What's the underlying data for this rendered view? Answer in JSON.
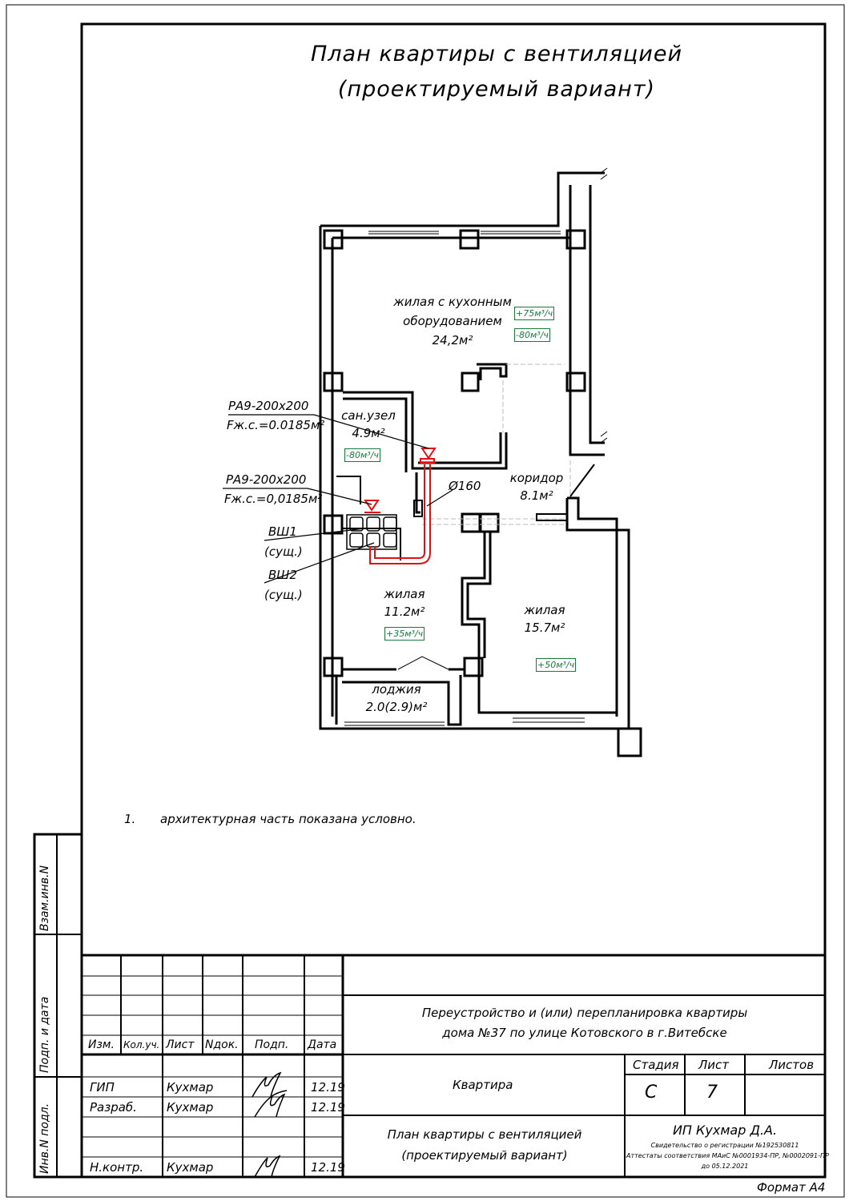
{
  "title": {
    "line1": "План квартиры с вентиляцией",
    "line2": "(проектируемый вариант)"
  },
  "rooms": {
    "living_kitchen": {
      "name1": "жилая с кухонным",
      "name2": "оборудованием",
      "area": "24,2м²"
    },
    "bathroom": {
      "name": "сан.узел",
      "area": "4.9м²"
    },
    "corridor": {
      "name": "коридор",
      "area": "8.1м²"
    },
    "living_small": {
      "name": "жилая",
      "area": "11.2м²"
    },
    "living_large": {
      "name": "жилая",
      "area": "15.7м²"
    },
    "loggia": {
      "name": "лоджия",
      "area": "2.0(2.9)м²"
    }
  },
  "airflows": {
    "kitchen_in": "+75м³/ч",
    "kitchen_out": "-80м³/ч",
    "bath_out": "-80м³/ч",
    "small_in": "+35м³/ч",
    "large_in": "+50м³/ч"
  },
  "callouts": {
    "grille1_type": "РА9-200х200",
    "grille1_area": "Fж.с.=0.0185м²",
    "grille2_type": "РА9-200х200",
    "grille2_area": "Fж.с.=0,0185м²",
    "shaft1_name": "ВШ1",
    "shaft1_note": "(сущ.)",
    "shaft2_name": "ВШ2",
    "shaft2_note": "(сущ.)",
    "duct": "Ø160"
  },
  "notes": {
    "num": "1.",
    "text": "архитектурная часть показана условно."
  },
  "side_labels": {
    "inv_vzam": "Взам.инв.N",
    "podp_data": "Подп. и дата",
    "inv_podl": "Инв.N подл."
  },
  "stamp": {
    "col_izm": "Изм.",
    "col_koluch": "Кол.уч.",
    "col_list": "Лист",
    "col_ndok": "Nдок.",
    "col_podp": "Подп.",
    "col_data": "Дата",
    "project1": "Переустройство и (или) перепланировка квартиры",
    "project2": "дома №37 по улице Котовского в г.Витебске",
    "object": "Квартира",
    "stage_h": "Стадия",
    "sheet_h": "Лист",
    "sheets_h": "Листов",
    "stage": "С",
    "sheet": "7",
    "sheets": "",
    "role_gip": "ГИП",
    "role_razrab": "Разраб.",
    "role_nkontr": "Н.контр.",
    "name_gip": "Кухмар",
    "name_razrab": "Кухмар",
    "name_nkontr": "Кухмар",
    "date_gip": "12.19",
    "date_razrab": "12.19",
    "date_nkontr": "12.19",
    "drawing1": "План квартиры с вентиляцией",
    "drawing2": "(проектируемый вариант)",
    "firm": "ИП Кухмар Д.А.",
    "firm_l1": "Свидетельство о регистрации №192530811",
    "firm_l2": "Аттестаты соответствия МАиС №0001934-ПР, №0002091-ПР",
    "firm_l3": "до 05.12.2021",
    "format": "Формат А4"
  }
}
